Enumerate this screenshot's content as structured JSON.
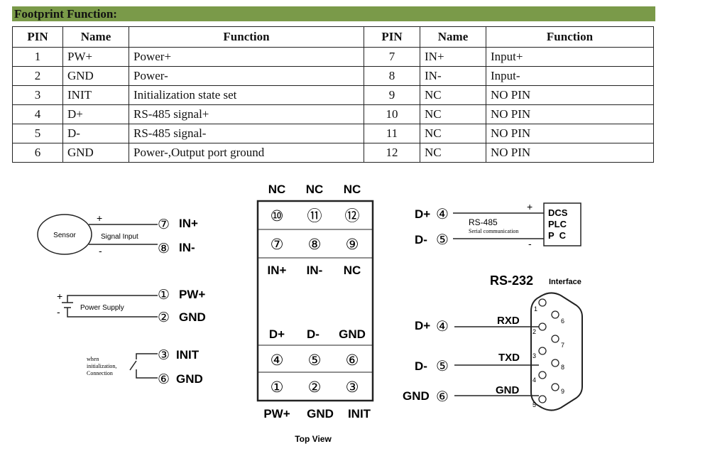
{
  "title": "Footprint Function:",
  "table": {
    "headers": [
      "PIN",
      "Name",
      "Function",
      "PIN",
      "Name",
      "Function"
    ],
    "rows": [
      [
        "1",
        "PW+",
        "Power+",
        "7",
        "IN+",
        "Input+"
      ],
      [
        "2",
        "GND",
        "Power-",
        "8",
        "IN-",
        "Input-"
      ],
      [
        "3",
        "INIT",
        "Initialization state set",
        "9",
        "NC",
        "NO PIN"
      ],
      [
        "4",
        "D+",
        "RS-485 signal+",
        "10",
        "NC",
        "NO PIN"
      ],
      [
        "5",
        "D-",
        "RS-485 signal-",
        "11",
        "NC",
        "NO PIN"
      ],
      [
        "6",
        "GND",
        "Power-,Output port ground",
        "12",
        "NC",
        "NO PIN"
      ]
    ]
  },
  "left": {
    "sensor": {
      "label": "Sensor",
      "signal_label": "Signal Input",
      "plus": "+",
      "minus": "-",
      "pin_top": "⑦",
      "pin_top_label": "IN+",
      "pin_bot": "⑧",
      "pin_bot_label": "IN-"
    },
    "power": {
      "label": "Power Supply",
      "plus": "+",
      "minus": "-",
      "pin_top": "①",
      "pin_top_label": "PW+",
      "pin_bot": "②",
      "pin_bot_label": "GND"
    },
    "init": {
      "line1": "when",
      "line2": "initialization,",
      "line3": "Connection",
      "pin_top": "③",
      "pin_top_label": "INIT",
      "pin_bot": "⑥",
      "pin_bot_label": "GND"
    }
  },
  "module": {
    "top_labels": [
      "NC",
      "NC",
      "NC"
    ],
    "row1_pins": [
      "⑩",
      "⑪",
      "⑫"
    ],
    "row2_pins": [
      "⑦",
      "⑧",
      "⑨"
    ],
    "upper_labels": [
      "IN+",
      "IN-",
      "NC"
    ],
    "lower_labels": [
      "D+",
      "D-",
      "GND"
    ],
    "row3_pins": [
      "④",
      "⑤",
      "⑥"
    ],
    "row4_pins": [
      "①",
      "②",
      "③"
    ],
    "bottom_labels": [
      "PW+",
      "GND",
      "INIT"
    ],
    "caption": "Top View"
  },
  "rs485": {
    "d_plus": "D+",
    "d_plus_pin": "④",
    "d_minus": "D-",
    "d_minus_pin": "⑤",
    "label": "RS-485",
    "sub": "Serial communication",
    "plus": "+",
    "minus": "-",
    "box": [
      "DCS",
      "PLC",
      "P  C"
    ]
  },
  "rs232": {
    "title": "RS-232",
    "title_sub": "Interface",
    "d_plus": "D+",
    "d_plus_pin": "④",
    "d_minus": "D-",
    "d_minus_pin": "⑤",
    "gnd": "GND",
    "gnd_pin": "⑥",
    "rxd": "RXD",
    "txd": "TXD",
    "gnd_label": "GND",
    "db9": [
      "1",
      "2",
      "3",
      "4",
      "5",
      "6",
      "7",
      "8",
      "9"
    ]
  }
}
